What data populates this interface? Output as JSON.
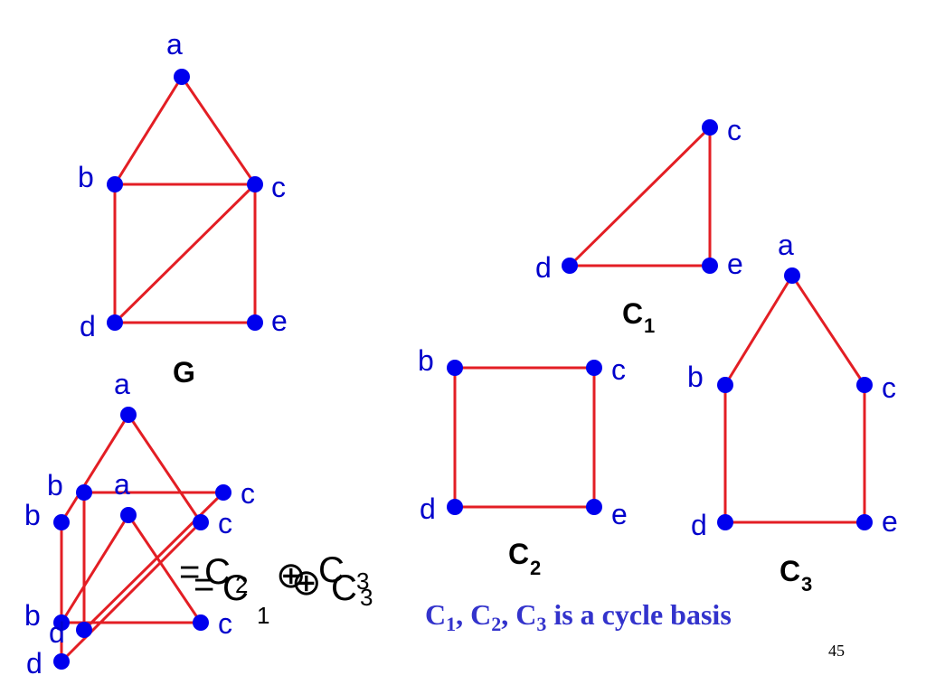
{
  "slide": {
    "page_number": "45",
    "caption": {
      "c1": "C",
      "s1": "1",
      "sep1": ", C",
      "s2": "2",
      "sep2": ", C",
      "s3": "3",
      "rest": " is a cycle basis"
    }
  },
  "colors": {
    "edge": "#e31e24",
    "vertex": "#0000ee",
    "vertex_label": "#0000cc",
    "caption": "#3333cc"
  },
  "graphs": {
    "G": {
      "name": "G",
      "sub": "",
      "vertices": [
        "a",
        "b",
        "c",
        "d",
        "e"
      ],
      "edges": [
        [
          "a",
          "b"
        ],
        [
          "a",
          "c"
        ],
        [
          "b",
          "c"
        ],
        [
          "b",
          "d"
        ],
        [
          "c",
          "e"
        ],
        [
          "d",
          "e"
        ],
        [
          "c",
          "d"
        ]
      ]
    },
    "C1": {
      "name": "C",
      "sub": "1",
      "vertices": [
        "c",
        "d",
        "e"
      ],
      "edges": [
        [
          "c",
          "d"
        ],
        [
          "c",
          "e"
        ],
        [
          "d",
          "e"
        ]
      ]
    },
    "C2": {
      "name": "C",
      "sub": "2",
      "vertices": [
        "b",
        "c",
        "d",
        "e"
      ],
      "edges": [
        [
          "b",
          "c"
        ],
        [
          "c",
          "e"
        ],
        [
          "d",
          "e"
        ],
        [
          "b",
          "d"
        ]
      ]
    },
    "C3": {
      "name": "C",
      "sub": "3",
      "vertices": [
        "a",
        "b",
        "c",
        "d",
        "e"
      ],
      "edges": [
        [
          "a",
          "b"
        ],
        [
          "a",
          "c"
        ],
        [
          "b",
          "d"
        ],
        [
          "c",
          "e"
        ],
        [
          "d",
          "e"
        ]
      ]
    }
  },
  "overlay": {
    "label_a": "a",
    "label_b": "b",
    "label_c": "c",
    "label_d": "d",
    "eq_sign": "=",
    "term1": "C",
    "term1_sub": "1",
    "term2": "C",
    "term2_sub": "2",
    "term3": "C",
    "term3_sub": "3",
    "op_symbol": "⊕"
  }
}
